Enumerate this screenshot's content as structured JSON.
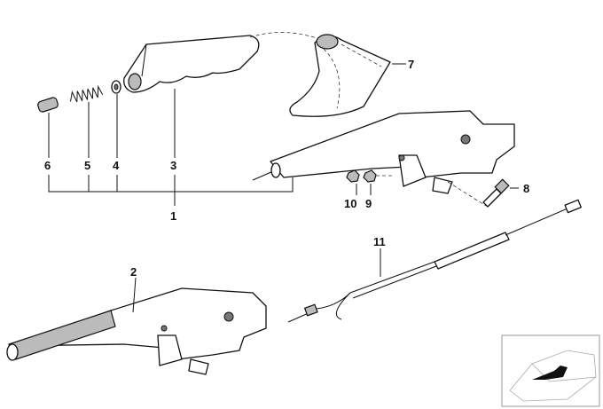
{
  "diagram": {
    "title": "Handbrake lever assembly",
    "callouts": [
      "1",
      "2",
      "3",
      "4",
      "5",
      "6",
      "7",
      "8",
      "9",
      "10",
      "11"
    ],
    "thumbnail": "car-location-thumbnail"
  }
}
